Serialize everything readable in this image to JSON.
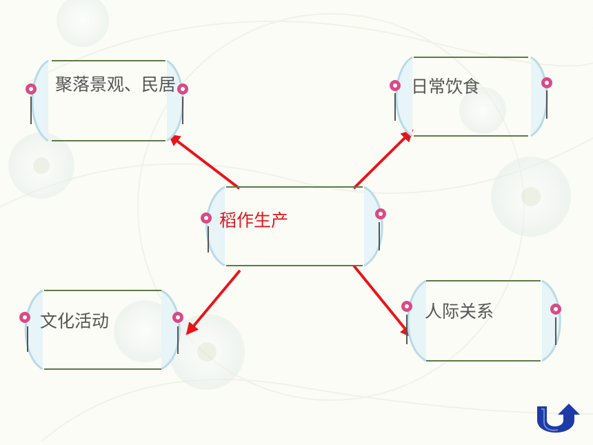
{
  "diagram": {
    "center": {
      "label": "稻作生产"
    },
    "nodes": [
      {
        "id": "top-left",
        "label": "聚落景观、民居"
      },
      {
        "id": "top-right",
        "label": "日常饮食"
      },
      {
        "id": "bottom-left",
        "label": "文化活动"
      },
      {
        "id": "bottom-right",
        "label": "人际关系"
      }
    ]
  },
  "colors": {
    "arrow": "#e8141b",
    "frame_line": "#5a7a44",
    "center_text": "#e0161c",
    "node_text": "#555555",
    "return_icon": "#1d3aa6"
  },
  "icons": {
    "return": "return-arrow-icon"
  }
}
